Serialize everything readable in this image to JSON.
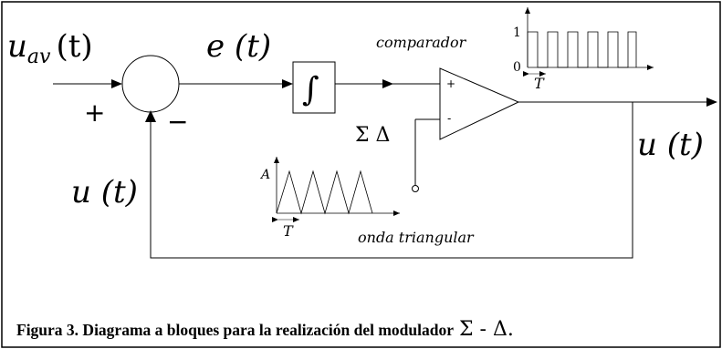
{
  "labels": {
    "input_signal": "u_av (t)",
    "input_main": "u",
    "input_sub": "av",
    "input_arg": "(t)",
    "error_signal": "e (t)",
    "integrator_symbol": "∫",
    "comparator_label": "comparador",
    "plus_sign": "+",
    "minus_sign": "−",
    "comp_plus": "+",
    "comp_minus": "-",
    "sigma_delta": "Σ Δ",
    "output_signal": "u (t)",
    "feedback_signal": "u (t)",
    "triangle_label": "onda triangular",
    "triangle_amplitude": "A",
    "triangle_period": "T",
    "square_high": "1",
    "square_low": "0",
    "square_period": "T"
  },
  "caption": {
    "text": "Figura 3. Diagrama a bloques para la realización del modulador",
    "symbol": "Σ - Δ."
  }
}
